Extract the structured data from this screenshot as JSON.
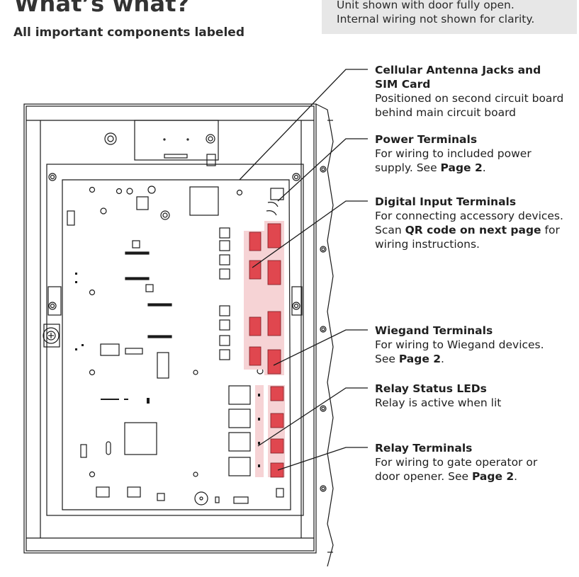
{
  "header": {
    "title": "What’s what?",
    "subtitle": "All important components labeled"
  },
  "note": {
    "line1": "Unit shown with door fully open.",
    "line2": "Internal wiring not shown for clarity."
  },
  "callouts": {
    "cellular": {
      "title_line1": "Cellular Antenna Jacks and",
      "title_line2": "SIM Card",
      "desc_line1": "Positioned on second circuit board",
      "desc_line2": "behind main circuit board"
    },
    "power": {
      "title": "Power Terminals",
      "desc_line1": "For wiring to included power",
      "desc_line2_pre": "supply. See ",
      "desc_line2_bold": "Page 2",
      "desc_line2_post": "."
    },
    "digital": {
      "title": "Digital Input Terminals",
      "desc_line1": "For connecting accessory devices.",
      "desc_line2_pre": "Scan ",
      "desc_line2_bold": "QR code on next page",
      "desc_line2_post": " for",
      "desc_line3": "wiring instructions."
    },
    "wiegand": {
      "title": "Wiegand Terminals",
      "desc_line1": "For wiring to Wiegand devices.",
      "desc_line2_pre": "See ",
      "desc_line2_bold": "Page 2",
      "desc_line2_post": "."
    },
    "relay_leds": {
      "title": "Relay Status LEDs",
      "desc_line1": "Relay is active when lit"
    },
    "relay_terminals": {
      "title": "Relay Terminals",
      "desc_line1": "For wiring to gate operator or",
      "desc_line2_pre": "door opener. See ",
      "desc_line2_bold": "Page 2",
      "desc_line2_post": "."
    }
  },
  "colors": {
    "terminal_red": "#e0474f",
    "highlight_pink": "#f6d3d5",
    "line": "#1a1a1a",
    "note_bg": "#e7e7e7"
  }
}
